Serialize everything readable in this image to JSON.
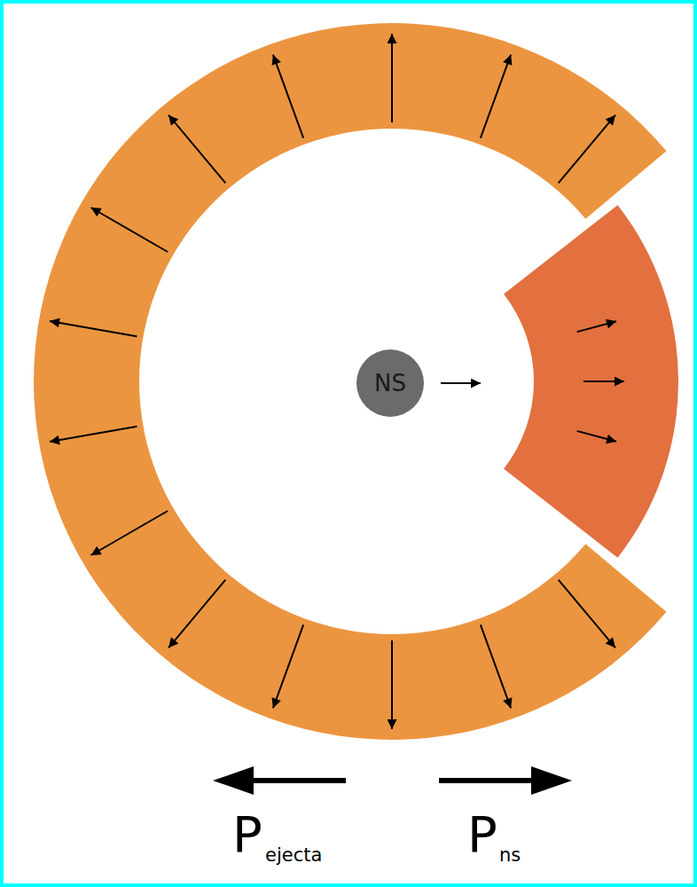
{
  "diagram": {
    "nodes": [
      {
        "text": [
          "NS"
        ]
      }
    ],
    "labels": [
      "P",
      "ejecta",
      "P",
      "ns"
    ]
  }
}
